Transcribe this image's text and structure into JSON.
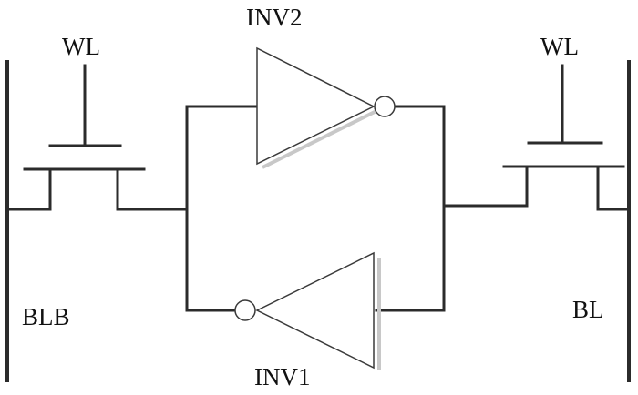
{
  "labels": {
    "inv2": "INV2",
    "inv1": "INV1",
    "wl_left": "WL",
    "wl_right": "WL",
    "blb": "BLB",
    "bl": "BL"
  },
  "colors": {
    "line": "#2b2b2b",
    "shadow": "#c8c8c8",
    "background": "#ffffff"
  }
}
